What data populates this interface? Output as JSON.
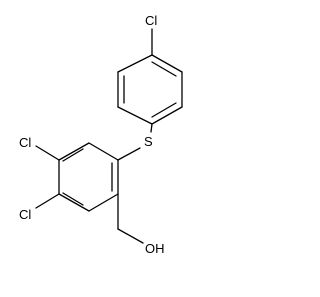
{
  "molecule": {
    "atoms": {
      "cl_top": "Cl",
      "sulfur": "S",
      "cl_upper_left": "Cl",
      "cl_lower_left": "Cl",
      "hydroxyl": "OH"
    }
  }
}
